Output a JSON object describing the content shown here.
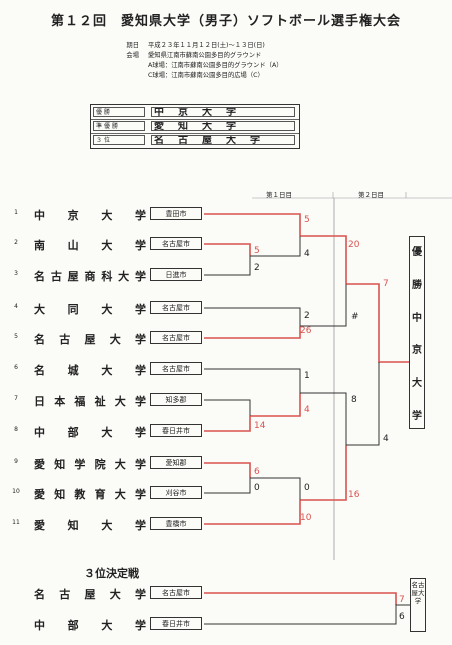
{
  "title": "第１２回　愛知県大学（男子）ソフトボール選手権大会",
  "info": [
    {
      "label": "期日",
      "value": "平成２３年１１月１２日(土)～１３日(日)"
    },
    {
      "label": "会場",
      "value": "愛知県江南市蘇南公園多目的グラウンド"
    },
    {
      "label": "",
      "value": "A球場：江南市蘇南公園多目的グラウンド（A）"
    },
    {
      "label": "",
      "value": "C球場：江南市蘇南公園多目的広場（C）"
    }
  ],
  "results": [
    {
      "label": "優勝",
      "name": "中京大学"
    },
    {
      "label": "準優勝",
      "name": "愛知大学"
    },
    {
      "label": "３位",
      "name": "名古屋大学"
    }
  ],
  "rounds": [
    "第１日目",
    "第２日目"
  ],
  "teams": [
    {
      "no": "1",
      "name": "中京大学",
      "city": "豊田市"
    },
    {
      "no": "2",
      "name": "南山大学",
      "city": "名古屋市"
    },
    {
      "no": "3",
      "name": "名古屋商科大学",
      "city": "日進市"
    },
    {
      "no": "4",
      "name": "大同大学",
      "city": "名古屋市"
    },
    {
      "no": "5",
      "name": "名古屋大学",
      "city": "名古屋市"
    },
    {
      "no": "6",
      "name": "名城大学",
      "city": "名古屋市"
    },
    {
      "no": "7",
      "name": "日本福祉大学",
      "city": "知多郡"
    },
    {
      "no": "8",
      "name": "中部大学",
      "city": "春日井市"
    },
    {
      "no": "9",
      "name": "愛知学院大学",
      "city": "愛知郡"
    },
    {
      "no": "10",
      "name": "愛知教育大学",
      "city": "刈谷市"
    },
    {
      "no": "11",
      "name": "愛知大学",
      "city": "豊橋市"
    }
  ],
  "scores": {
    "g23_w": "5",
    "g23_l": "2",
    "g45_l": "2",
    "g45_w": "26",
    "g78_l": "1",
    "g78_w": "4",
    "g78b_w": "14",
    "g910_w": "6",
    "g910_l": "0",
    "g1_w": "5",
    "g1_l": "4",
    "g11_l": "0",
    "g11_w": "10",
    "s1_w": "20",
    "s1_l": "#",
    "s2_l": "8",
    "s2_w": "16",
    "f_w": "7",
    "f_l": "4"
  },
  "champion_box": [
    "優",
    "勝",
    "中",
    "京",
    "大",
    "学"
  ],
  "third_place": {
    "title": "３位決定戦",
    "teams": [
      {
        "name": "名古屋大学",
        "city": "名古屋市"
      },
      {
        "name": "中部大学",
        "city": "春日井市"
      }
    ],
    "score_w": "7",
    "score_l": "6",
    "winner_box": "名古屋大学"
  },
  "colors": {
    "win": "#d9534f",
    "line": "#333333"
  }
}
